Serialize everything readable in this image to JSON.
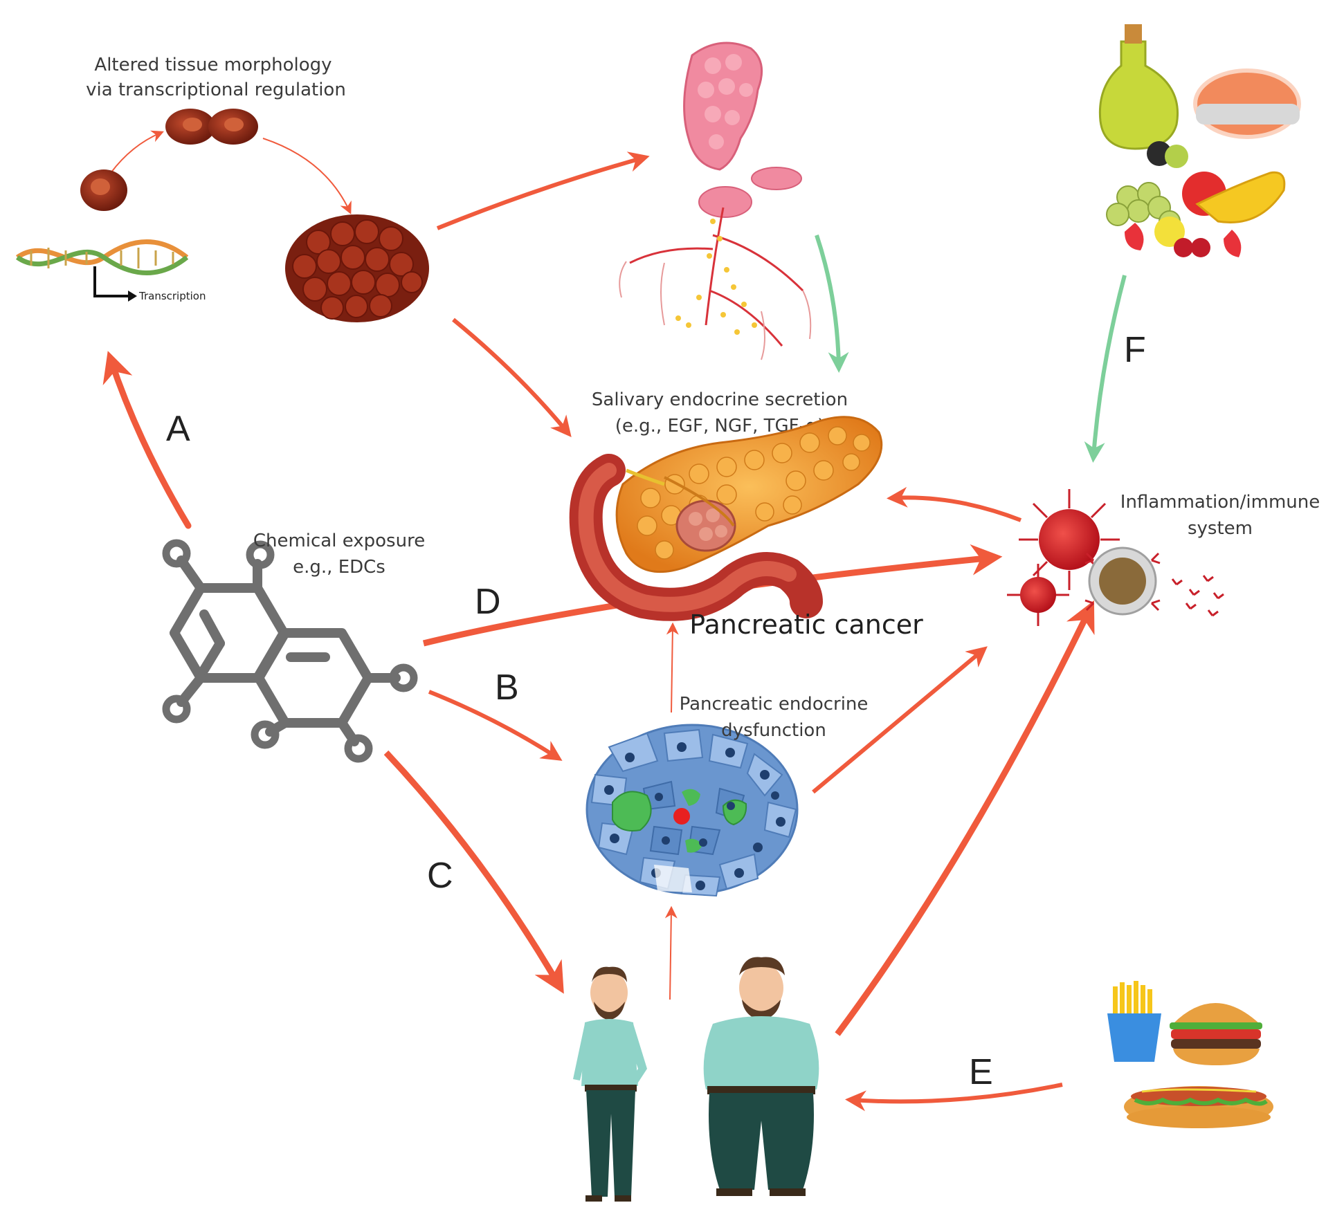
{
  "colors": {
    "arrow_red": "#f05a3c",
    "arrow_green": "#7dcf9a",
    "molecule_gray": "#6f6f6f",
    "tissue_brown": "#8b2a18",
    "pancreas_orange": "#f29a2e",
    "islet_blue": "#7fa8d8"
  },
  "labels": {
    "altered_tissue_line1": "Altered tissue morphology",
    "altered_tissue_line2": "via transcriptional regulation",
    "transcription": "Transcription",
    "salivary_line1": "Salivary endocrine secretion",
    "salivary_line2": "(e.g., EGF, NGF, TGF-α)",
    "chemical_line1": "Chemical exposure",
    "chemical_line2": "e.g., EDCs",
    "pancreatic_cancer": "Pancreatic cancer",
    "endocrine_line1": "Pancreatic endocrine",
    "endocrine_line2": "dysfunction",
    "inflammation_line1": "Inflammation/immune",
    "inflammation_line2": "system"
  },
  "pathway_letters": {
    "a": "A",
    "b": "B",
    "c": "C",
    "d": "D",
    "e": "E",
    "f": "F"
  },
  "icons": [
    "dna-icon",
    "cell-division-icon",
    "tissue-cluster-icon",
    "salivary-gland-icon",
    "healthy-food-icon",
    "chemical-molecule-icon",
    "pancreas-icon",
    "immune-cells-icon",
    "islet-cells-icon",
    "people-weight-icon",
    "fast-food-icon"
  ]
}
